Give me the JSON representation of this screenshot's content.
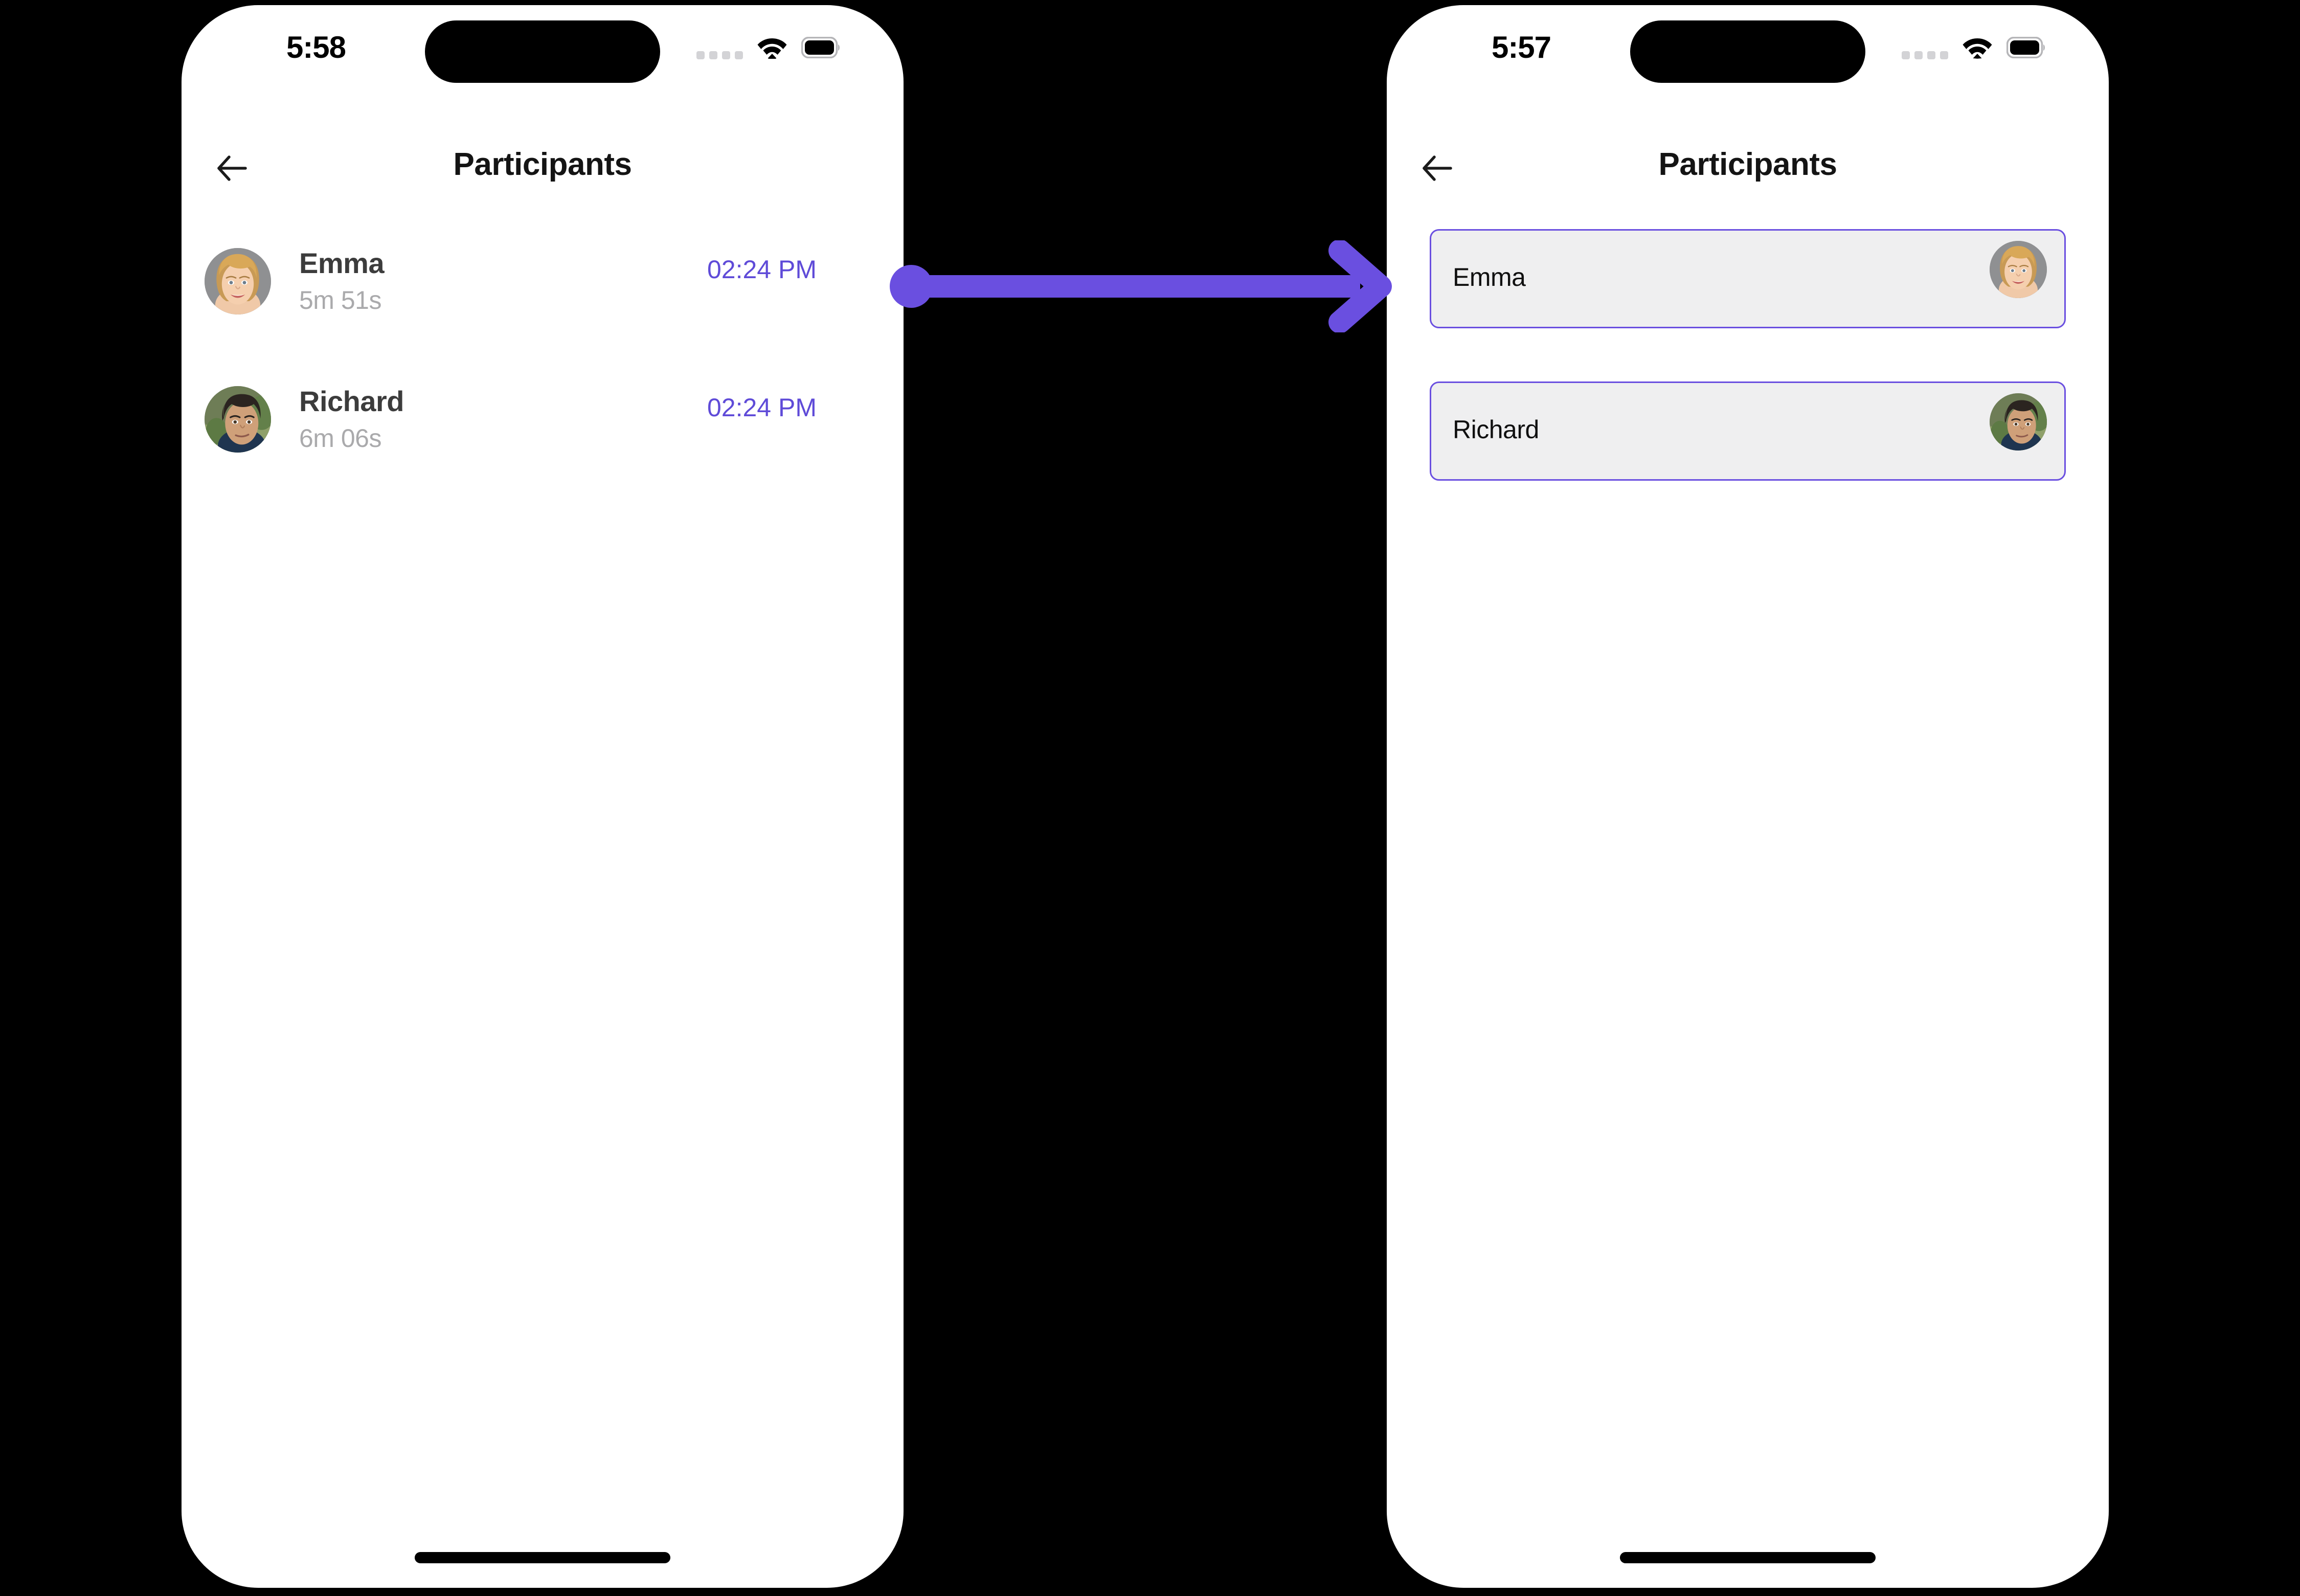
{
  "theme": {
    "accent_purple": "#6a4fe0",
    "timestamp_purple": "#5f4bd8",
    "card_background": "#efeff0",
    "screen_background": "#ffffff",
    "page_background": "#000000",
    "name_color": "#3c3c3c",
    "duration_color": "#aaaaac"
  },
  "screens": {
    "before": {
      "status_bar": {
        "time": "5:58",
        "cellular_icon": "cellular-dots-icon",
        "wifi_icon": "wifi-icon",
        "battery_icon": "battery-full-icon"
      },
      "nav": {
        "back_icon": "back-arrow-icon",
        "title": "Participants"
      },
      "participants": [
        {
          "name": "Emma",
          "duration": "5m 51s",
          "timestamp": "02:24 PM",
          "avatar": "avatar-emma"
        },
        {
          "name": "Richard",
          "duration": "6m 06s",
          "timestamp": "02:24 PM",
          "avatar": "avatar-richard"
        }
      ],
      "home_indicator": "home-indicator"
    },
    "after": {
      "status_bar": {
        "time": "5:57",
        "cellular_icon": "cellular-dots-icon",
        "wifi_icon": "wifi-icon",
        "battery_icon": "battery-full-icon"
      },
      "nav": {
        "back_icon": "back-arrow-icon",
        "title": "Participants"
      },
      "participants": [
        {
          "name": "Emma",
          "avatar": "avatar-emma"
        },
        {
          "name": "Richard",
          "avatar": "avatar-richard"
        }
      ],
      "home_indicator": "home-indicator"
    }
  },
  "annotation": {
    "type": "flow-arrow",
    "direction": "left-to-right",
    "color": "#6a4fe0",
    "start_marker": "dot",
    "end_marker": "arrowhead"
  }
}
